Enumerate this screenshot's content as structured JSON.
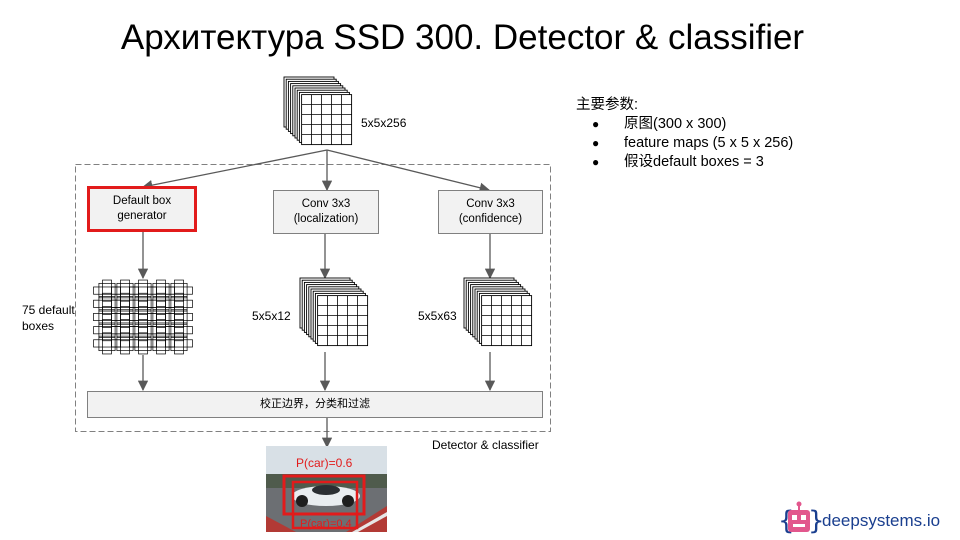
{
  "title": "Архитектура SSD 300. Detector & classifier",
  "input_label": "5x5x256",
  "boxes": {
    "generator": [
      "Default box",
      "generator"
    ],
    "localization": [
      "Conv 3x3",
      "(localization)"
    ],
    "confidence": [
      "Conv 3x3",
      "(confidence)"
    ]
  },
  "outputs": {
    "default_boxes": [
      "75 default",
      "boxes"
    ],
    "localization": "5x5x12",
    "confidence": "5x5x63"
  },
  "merge_label": "校正边界，分类和过滤",
  "region_label": "Detector & classifier",
  "params": {
    "heading": "主要参数:",
    "items": [
      "原图(300 x 300)",
      "feature maps (5 x 5 x 256)",
      "假设default boxes = 3"
    ]
  },
  "detections": [
    "P(car)=0.6",
    "P(car)=0.4"
  ],
  "brand": "deepsystems.io",
  "colors": {
    "highlight": "#e21b1b",
    "brand": "#1a3f8f",
    "box_fill": "#f2f2f2",
    "arrow": "#595959"
  }
}
